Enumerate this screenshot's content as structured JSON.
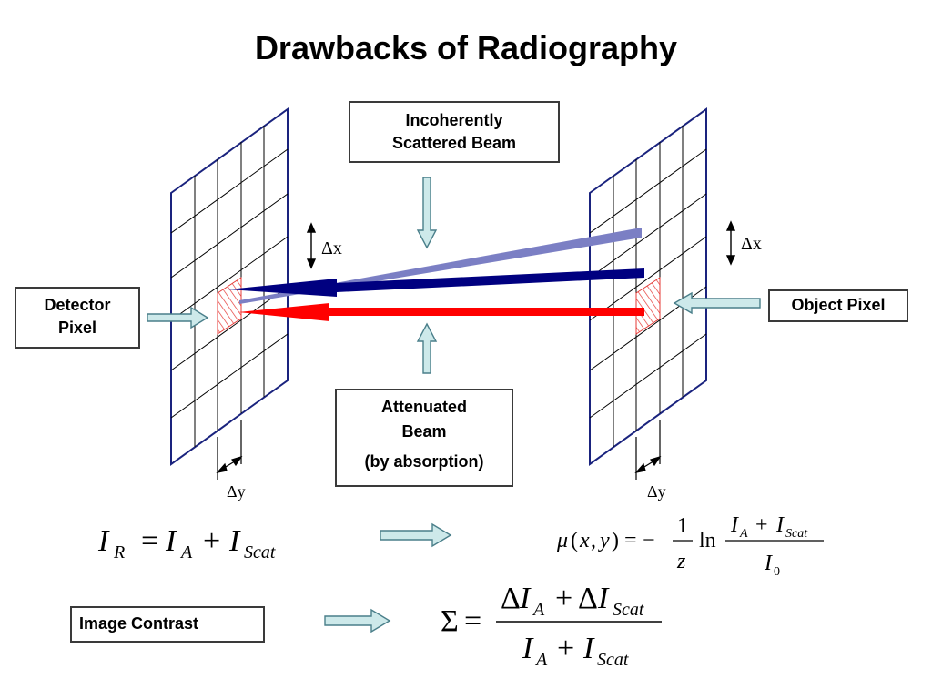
{
  "title": "Drawbacks of Radiography",
  "labels": {
    "scattered_beam_line1": "Incoherently",
    "scattered_beam_line2": "Scattered Beam",
    "detector_pixel_line1": "Detector",
    "detector_pixel_line2": "Pixel",
    "object_pixel": "Object Pixel",
    "attenuated_line1": "Attenuated",
    "attenuated_line2": "Beam",
    "attenuated_line3": "(by absorption)",
    "image_contrast": "Image Contrast"
  },
  "dimension_labels": {
    "dx": "Δx",
    "dy": "Δy"
  },
  "equations": {
    "ir_eq": "I_R = I_A + I_Scat",
    "mu_eq": "μ(x, y) = −(1/z) ln((I_A + I_Scat)/I_0)",
    "sigma_eq": "Σ = (ΔI_A + ΔI_Scat)/(I_A + I_Scat)"
  },
  "colors": {
    "panel_border": "#1a237e",
    "dark_beam": "#000080",
    "scatter_beam": "#7b7fc4",
    "red_beam": "#ff0000",
    "arrow_fill": "#cde9ea",
    "arrow_stroke": "#4a7f8a"
  }
}
